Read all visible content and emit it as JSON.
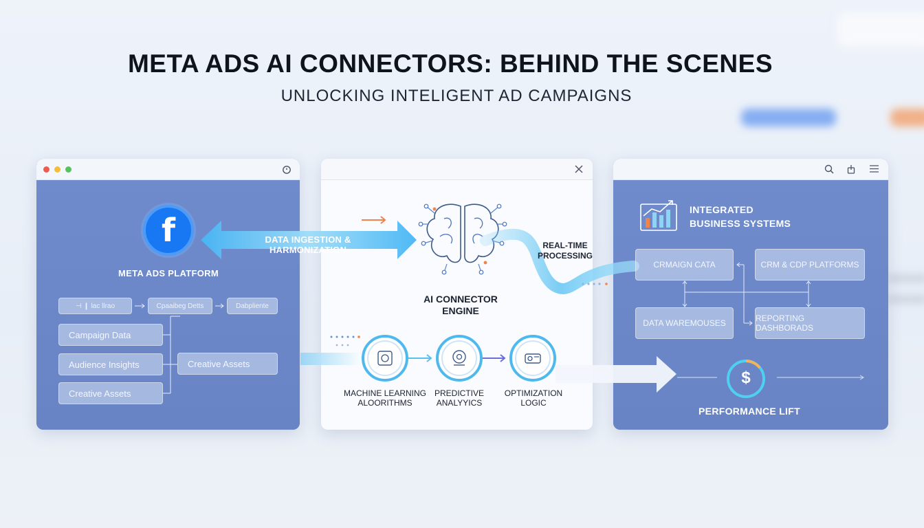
{
  "header": {
    "title": "META ADS AI CONNECTORS: BEHIND THE SCENES",
    "subtitle": "UNLOCKING INTELIGENT AD CAMPAIGNS"
  },
  "left_panel": {
    "platform_label": "META ADS PLATFORM",
    "flow_step_1": "⊣ ❙ lac llrao",
    "flow_step_2": "Cpaaibeg Detts",
    "flow_step_3": "Dabpliente",
    "items": [
      "Campaign Data",
      "Audience Insights",
      "Creative Assets"
    ],
    "side_item": "Creative Assets"
  },
  "connectors": {
    "ingestion_label": "DATA INGESTION & HARMONIZATION",
    "realtime_label_1": "REAL-TIME",
    "realtime_label_2": "PROCESSING"
  },
  "center_panel": {
    "engine_label_1": "AI CONNECTOR",
    "engine_label_2": "ENGINE",
    "steps": [
      {
        "line1": "MACHINE LEARNING",
        "line2": "ALOORITHMS"
      },
      {
        "line1": "PREDICTIVE",
        "line2": "ANALYYICS"
      },
      {
        "line1": "OPTIMIZATION",
        "line2": "LOGIC"
      }
    ]
  },
  "right_panel": {
    "heading_1": "INTEGRATED",
    "heading_2": "BUSINESS SYSTEMS",
    "boxes": [
      "CRMAIGN CATA",
      "CRM & CDP PLATFORMS",
      "DATA WAREMOUSES",
      "REPORTING DASHBORADS"
    ],
    "performance_label": "PERFORMANCE LIFT",
    "currency_symbol": "$"
  },
  "colors": {
    "panel_blue": "#6a86c7",
    "facebook_blue": "#1877f2",
    "arrow_cyan": "#5cc6f2",
    "accent_orange": "#f0824a"
  }
}
